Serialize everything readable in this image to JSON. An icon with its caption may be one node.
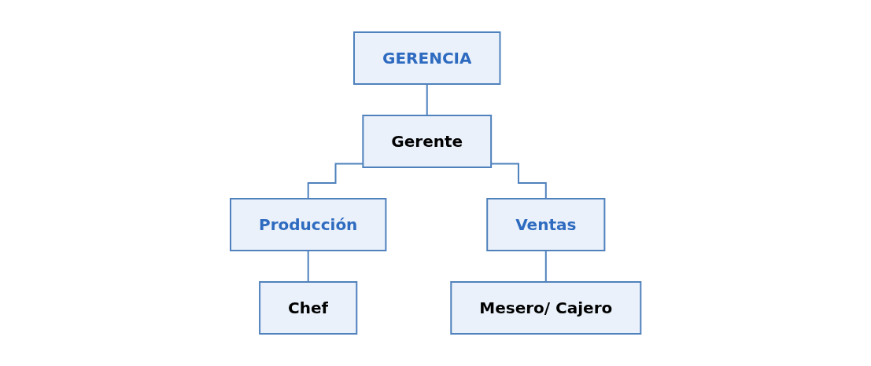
{
  "diagram": {
    "nodes": [
      {
        "text": [
          "GERENCIA"
        ]
      },
      {
        "text": [
          "Gerente"
        ]
      },
      {
        "text": [
          "Producción"
        ]
      },
      {
        "text": [
          "Chef"
        ]
      },
      {
        "text": [
          "Ventas"
        ]
      },
      {
        "text": [
          "Mesero/ Cajero"
        ]
      }
    ],
    "edges": [
      {
        "from": 0,
        "to": 1,
        "arrow": "none"
      },
      {
        "from": 1,
        "to": 2,
        "arrow": "none"
      },
      {
        "from": 1,
        "to": 4,
        "arrow": "none"
      },
      {
        "from": 2,
        "to": 3,
        "arrow": "none"
      },
      {
        "from": 4,
        "to": 5,
        "arrow": "none"
      }
    ]
  }
}
